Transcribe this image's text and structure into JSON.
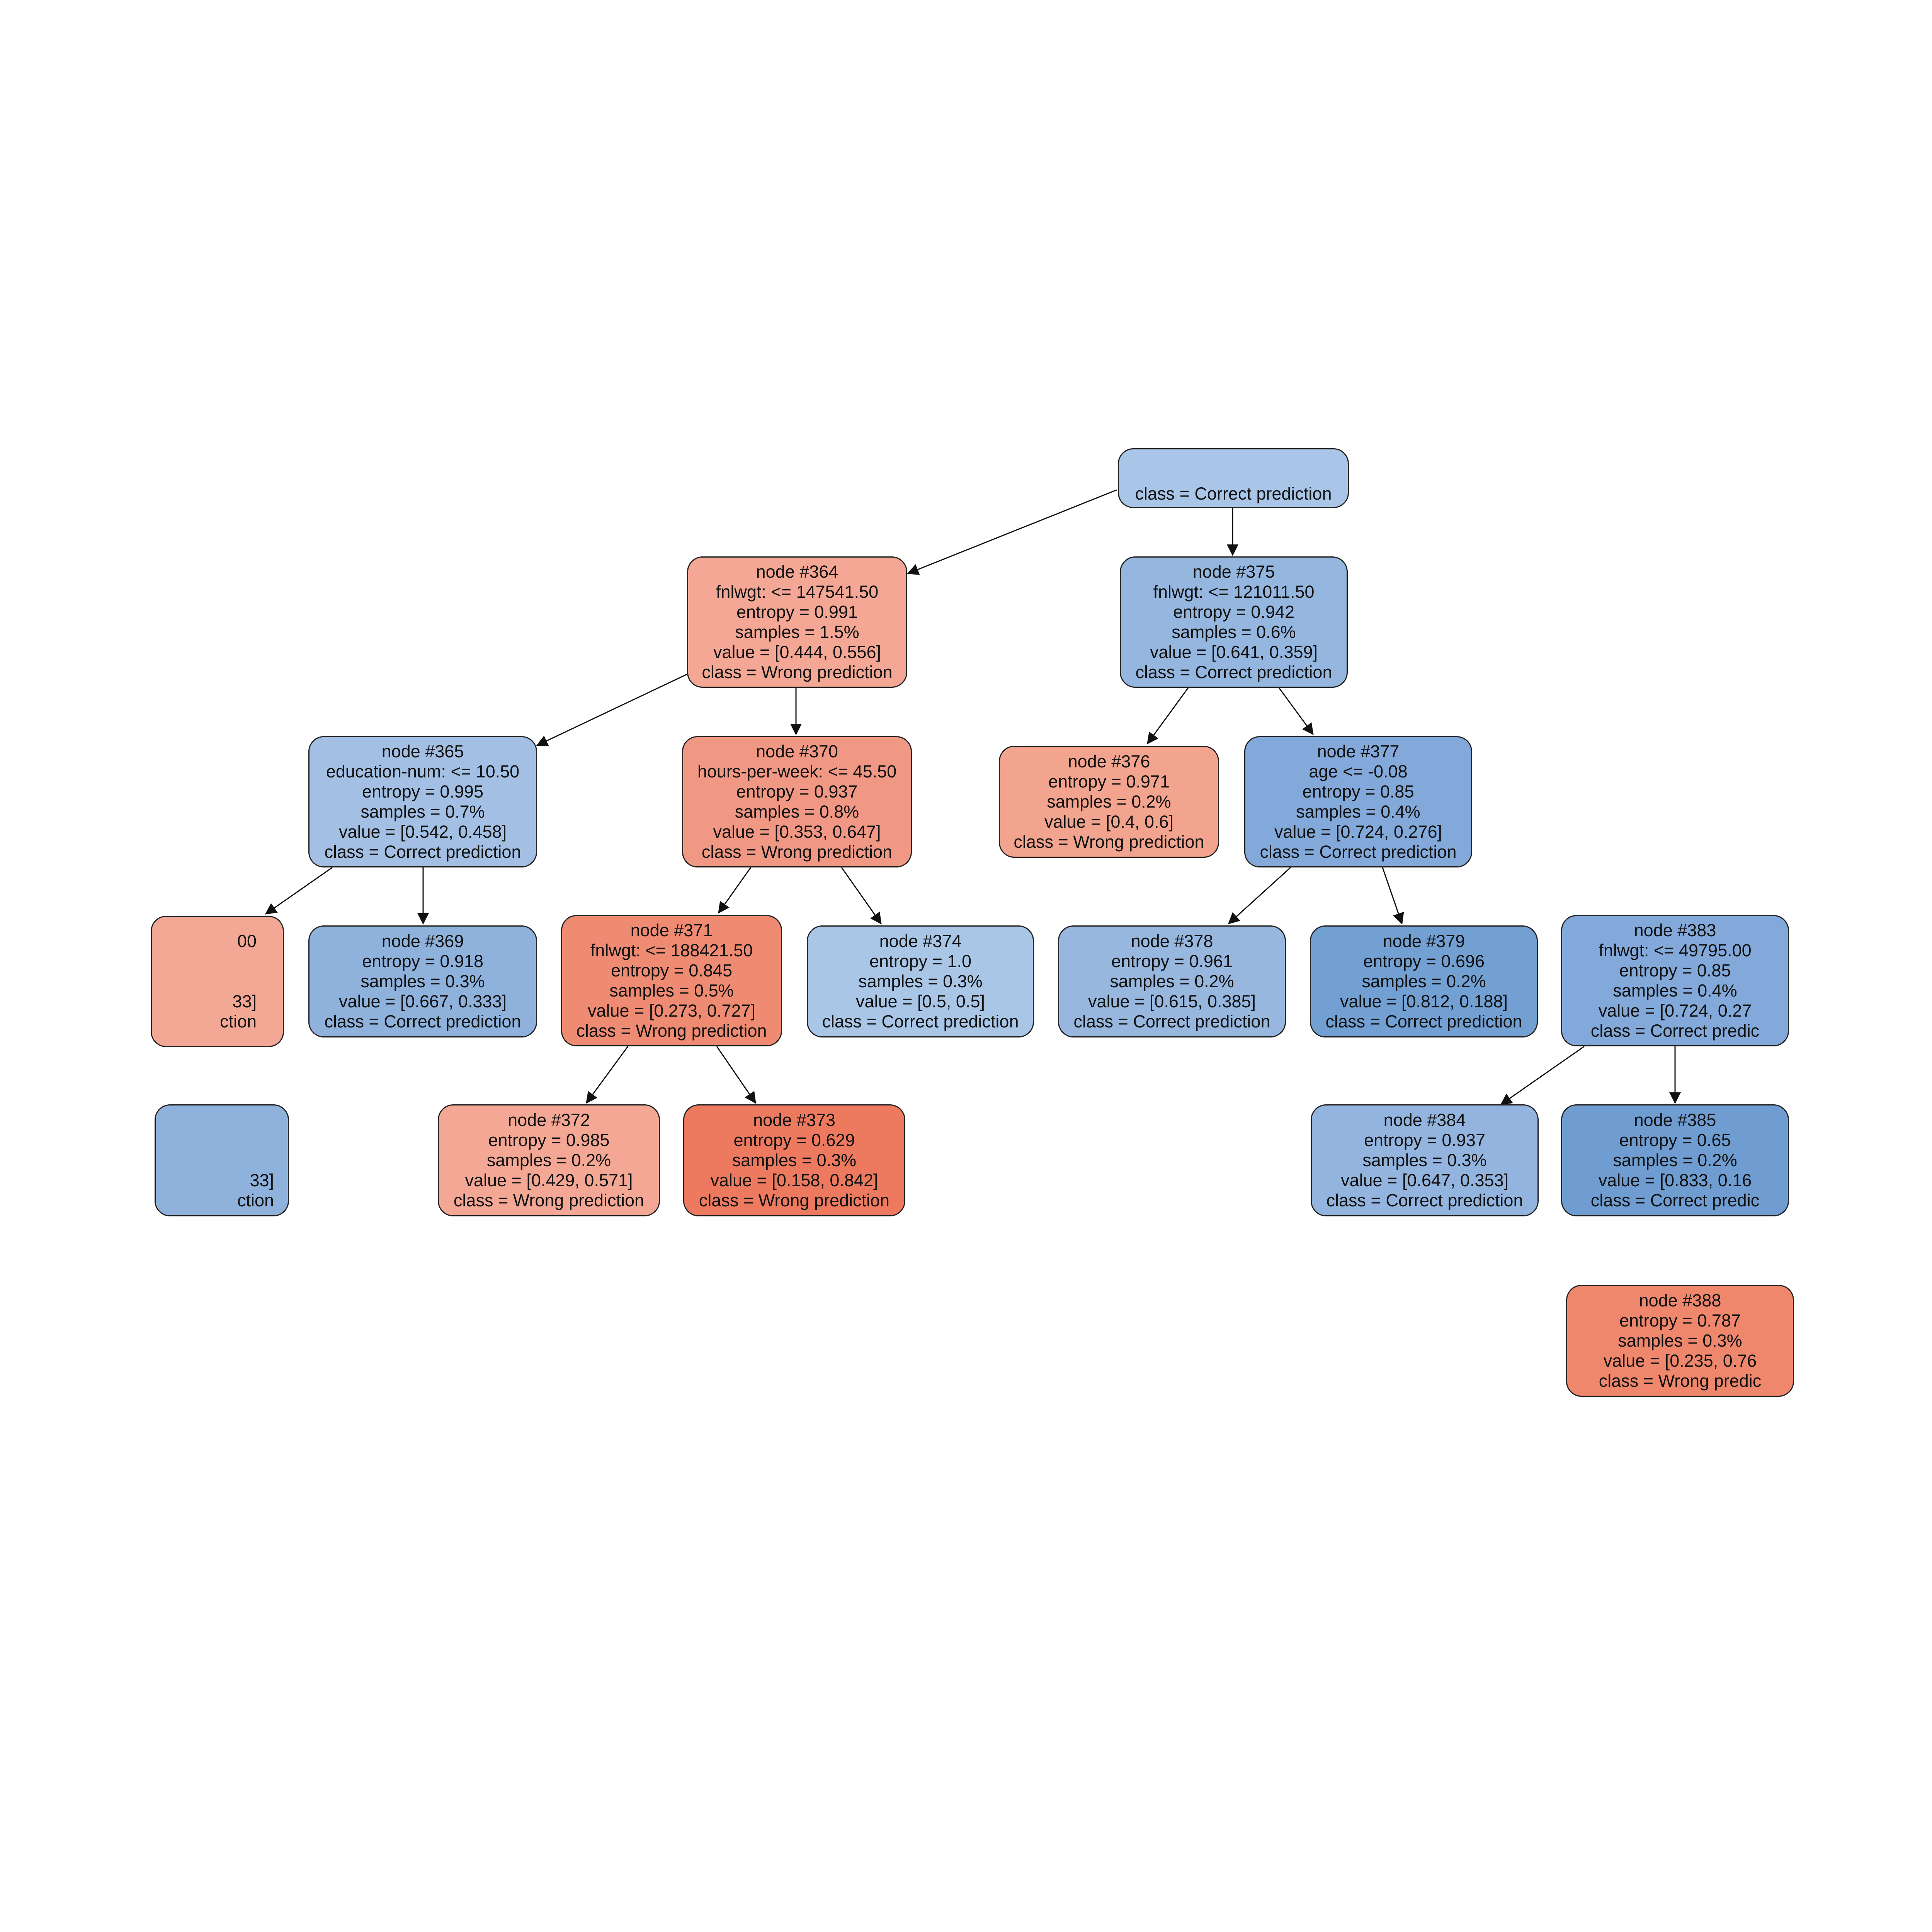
{
  "colors": {
    "blue_1": "#a7c4e6",
    "blue_2": "#8fb2dd",
    "blue_3": "#7fa8da",
    "blue_4": "#6d9ccf",
    "red_1": "#f3a894",
    "red_2": "#f19a82",
    "red_3": "#ef8a6f",
    "red_4": "#ec7a5c"
  },
  "nodes": {
    "n363": {
      "lines": [
        "class = Correct prediction"
      ],
      "color": "#a9c5e7"
    },
    "n364": {
      "lines": [
        "node #364",
        "fnlwgt: <= 147541.50",
        "entropy = 0.991",
        "samples = 1.5%",
        "value = [0.444, 0.556]",
        "class = Wrong prediction"
      ],
      "color": "#f3a794"
    },
    "n375": {
      "lines": [
        "node #375",
        "fnlwgt: <= 121011.50",
        "entropy = 0.942",
        "samples = 0.6%",
        "value = [0.641, 0.359]",
        "class = Correct prediction"
      ],
      "color": "#94b6df"
    },
    "n365": {
      "lines": [
        "node #365",
        "education-num: <= 10.50",
        "entropy = 0.995",
        "samples = 0.7%",
        "value = [0.542, 0.458]",
        "class = Correct prediction"
      ],
      "color": "#a3c0e4"
    },
    "n370": {
      "lines": [
        "node #370",
        "hours-per-week: <= 45.50",
        "entropy = 0.937",
        "samples = 0.8%",
        "value = [0.353, 0.647]",
        "class = Wrong prediction"
      ],
      "color": "#f19884"
    },
    "n376": {
      "lines": [
        "node #376",
        "entropy = 0.971",
        "samples = 0.2%",
        "value = [0.4, 0.6]",
        "class = Wrong prediction"
      ],
      "color": "#f3a48f"
    },
    "n377": {
      "lines": [
        "node #377",
        "age <= -0.08",
        "entropy = 0.85",
        "samples = 0.4%",
        "value = [0.724, 0.276]",
        "class = Correct prediction"
      ],
      "color": "#82a9da"
    },
    "n366_partial": {
      "lines": [
        "00",
        "",
        "",
        "33]",
        "ction"
      ],
      "color": "#f3a895"
    },
    "n369": {
      "lines": [
        "node #369",
        "entropy = 0.918",
        "samples = 0.3%",
        "value = [0.667, 0.333]",
        "class = Correct prediction"
      ],
      "color": "#8fb2dd"
    },
    "n371": {
      "lines": [
        "node #371",
        "fnlwgt: <= 188421.50",
        "entropy = 0.845",
        "samples = 0.5%",
        "value = [0.273, 0.727]",
        "class = Wrong prediction"
      ],
      "color": "#ef8b72"
    },
    "n374": {
      "lines": [
        "node #374",
        "entropy = 1.0",
        "samples = 0.3%",
        "value = [0.5, 0.5]",
        "class = Correct prediction"
      ],
      "color": "#a9c6e7"
    },
    "n378": {
      "lines": [
        "node #378",
        "entropy = 0.961",
        "samples = 0.2%",
        "value = [0.615, 0.385]",
        "class = Correct prediction"
      ],
      "color": "#97b7df"
    },
    "n379": {
      "lines": [
        "node #379",
        "entropy = 0.696",
        "samples = 0.2%",
        "value = [0.812, 0.188]",
        "class = Correct prediction"
      ],
      "color": "#73a0d3"
    },
    "n383": {
      "lines": [
        "node #383",
        "fnlwgt: <= 49795.00",
        "entropy = 0.85",
        "samples = 0.4%",
        "value = [0.724, 0.27",
        "class = Correct predic"
      ],
      "color": "#82a9da"
    },
    "n368_partial": {
      "lines": [
        "",
        "",
        "",
        "33]",
        "ction"
      ],
      "color": "#8fb2dd"
    },
    "n372": {
      "lines": [
        "node #372",
        "entropy = 0.985",
        "samples = 0.2%",
        "value = [0.429, 0.571]",
        "class = Wrong prediction"
      ],
      "color": "#f3a794"
    },
    "n373": {
      "lines": [
        "node #373",
        "entropy = 0.629",
        "samples = 0.3%",
        "value = [0.158, 0.842]",
        "class = Wrong prediction"
      ],
      "color": "#ed7a5f"
    },
    "n384": {
      "lines": [
        "node #384",
        "entropy = 0.937",
        "samples = 0.3%",
        "value = [0.647, 0.353]",
        "class = Correct prediction"
      ],
      "color": "#93b4de"
    },
    "n385": {
      "lines": [
        "node #385",
        "entropy = 0.65",
        "samples = 0.2%",
        "value = [0.833, 0.16",
        "class = Correct predic"
      ],
      "color": "#6f9dd1"
    },
    "n388": {
      "lines": [
        "node #388",
        "entropy = 0.787",
        "samples = 0.3%",
        "value = [0.235, 0.76",
        "class = Wrong predic"
      ],
      "color": "#ef876d"
    }
  }
}
